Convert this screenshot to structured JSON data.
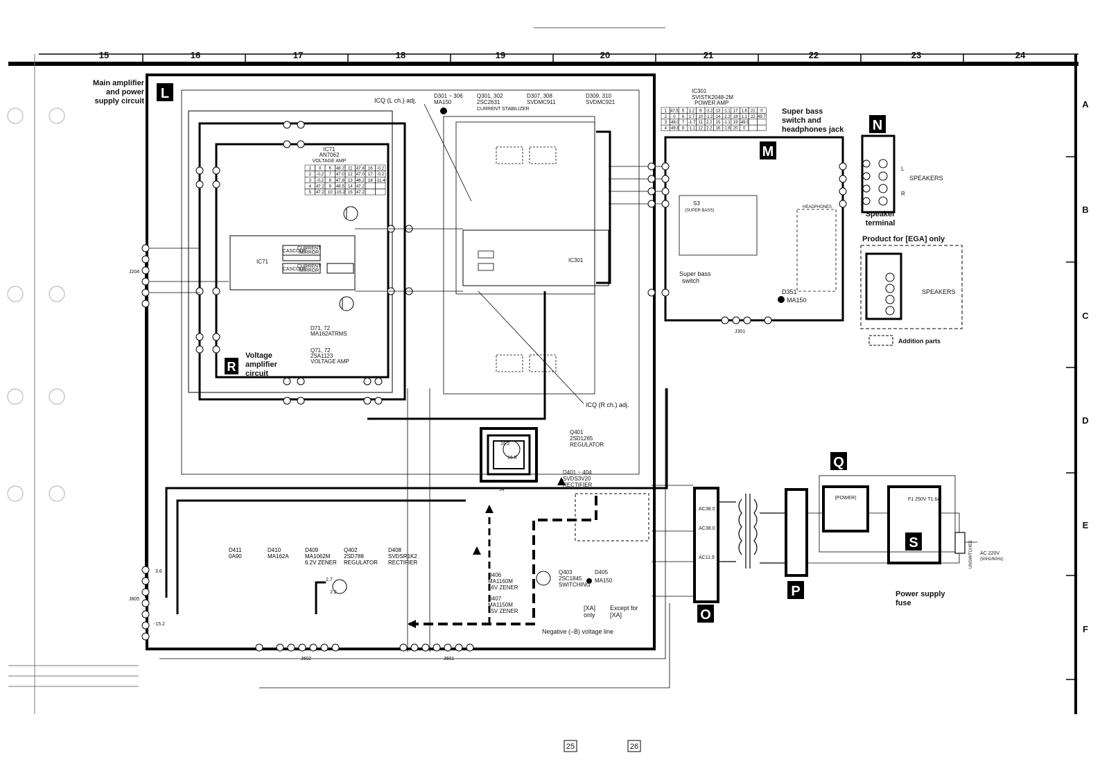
{
  "grid": {
    "columns": [
      "15",
      "16",
      "17",
      "18",
      "19",
      "20",
      "21",
      "22",
      "23",
      "24"
    ],
    "rows": [
      "A",
      "B",
      "C",
      "D",
      "E",
      "F"
    ]
  },
  "page_numbers": [
    "25",
    "26"
  ],
  "blocks": {
    "L": {
      "letter": "L",
      "title": [
        "Main amplifier",
        "and power",
        "supply circuit"
      ]
    },
    "R": {
      "letter": "R",
      "title": [
        "Voltage",
        "amplifier",
        "circuit"
      ]
    },
    "M": {
      "letter": "M",
      "title": [
        "Super bass",
        "switch and",
        "headphones jack"
      ]
    },
    "N": {
      "letter": "N",
      "title": [
        "Speaker",
        "terminal"
      ]
    },
    "O": {
      "letter": "O"
    },
    "P": {
      "letter": "P"
    },
    "Q": {
      "letter": "Q"
    },
    "S": {
      "letter": "S",
      "title": [
        "Power supply",
        "fuse"
      ]
    }
  },
  "ic71": {
    "ref": "IC71",
    "part": "AN7062",
    "func": "VOLTAGE AMP",
    "table": [
      [
        "1",
        "0",
        "6",
        "48.2",
        "11",
        "47.8",
        "16",
        "-0.2"
      ],
      [
        "2",
        "-0.2",
        "7",
        "47.0",
        "12",
        "47.0",
        "17",
        "-0.2"
      ],
      [
        "3",
        "-0.2",
        "8",
        "47.8",
        "13",
        "48.2",
        "18",
        "-11.4"
      ],
      [
        "4",
        "47.2",
        "9",
        "48.5",
        "14",
        "47.2",
        "",
        ""
      ],
      [
        "5",
        "47.2",
        "10",
        "-15.2",
        "15",
        "47.2",
        "",
        ""
      ]
    ]
  },
  "ic301": {
    "ref": "IC301",
    "part": "SVISTK2048-2M",
    "func": "POWER AMP",
    "table": [
      [
        "1",
        "47.5",
        "5",
        "1.2",
        "9",
        "-2.2",
        "13",
        "-1.1",
        "17",
        "1.6",
        "21",
        "0"
      ],
      [
        "2",
        "0",
        "6",
        "1.7",
        "10",
        "-1.2",
        "14",
        "-2.2",
        "18",
        "1.1",
        "22",
        "49.7"
      ],
      [
        "3",
        "-48.0",
        "7",
        "-1.7",
        "11",
        "2.2",
        "15",
        "-1.1",
        "19",
        "-49.9",
        "",
        ""
      ],
      [
        "4",
        "-49.8",
        "8",
        "-1.1",
        "12",
        "2.2",
        "16",
        "-1.6",
        "20",
        "0",
        "",
        ""
      ]
    ]
  },
  "parts_top": [
    {
      "ref": "D301 ~ 306",
      "part": "MA150"
    },
    {
      "ref": "Q301, 302",
      "part": "2SC2631",
      "func": "CURRENT STABILIZER"
    },
    {
      "ref": "D307, 308",
      "part": "SVDMC911"
    },
    {
      "ref": "D309, 310",
      "part": "SVDMC921"
    }
  ],
  "q71": {
    "ref": "Q71, 72",
    "part": "2SA1123",
    "func": "VOLTAGE AMP"
  },
  "d71": {
    "ref": "D71, 72",
    "part": "MA162ATRMS"
  },
  "q401": {
    "ref": "Q401",
    "part": "2SD1265",
    "func": "REGULATOR"
  },
  "d401": {
    "ref": "D401 ~ 404",
    "part": "SVDS3V20",
    "func": "RECTIFIER"
  },
  "bottom_parts": [
    {
      "ref": "D411",
      "part": "0A90",
      "func": ""
    },
    {
      "ref": "D410",
      "part": "MA162A",
      "func": ""
    },
    {
      "ref": "D409",
      "part": "MA1062M",
      "func": "6.2V ZENER"
    },
    {
      "ref": "Q402",
      "part": "2SD788",
      "func": "REGULATOR"
    },
    {
      "ref": "D408",
      "part": "SVDSR1K2",
      "func": "RECTIFIER"
    }
  ],
  "d406": {
    "ref": "D406",
    "part": "MA1160M",
    "func": "16V ZENER"
  },
  "d407": {
    "ref": "D407",
    "part": "MA1150M",
    "func": "15V ZENER"
  },
  "q403": {
    "ref": "Q403",
    "part": "2SC1845",
    "func": "SWITCHING"
  },
  "annotations": {
    "icq_l": "ICQ (L ch.) adj.",
    "icq_r": "ICQ (R ch.) adj.",
    "neg_line": "Negative (–B) voltage line",
    "xa_only": [
      "[XA]",
      "only"
    ],
    "except_xa": [
      "Except for",
      "[XA]"
    ],
    "d405": "D405",
    "d405_part": "MA150",
    "d351": "D351",
    "d351_part": "MA150",
    "super_bass_switch": [
      "Super bass",
      "switch"
    ],
    "s3": "S3",
    "s3_sub": "(SUPER BASS)",
    "headphones": "HEADPHONES",
    "speakers": "SPEAKERS",
    "product_ega": "Product for [EGA] only",
    "addition_parts": "Addition parts",
    "power": "(POWER)",
    "ac_in": "AC 220V",
    "ac_hz": "(50Hz/60Hz)",
    "unswitched": "UNSWITCHED",
    "fuse": "F1 250V T1.6A"
  },
  "connectors": {
    "j204": "J204",
    "j805": "J805",
    "j602": "J602",
    "j601": "J601",
    "j301": "J301",
    "j4": "J4"
  },
  "voltages": [
    "16.2",
    "16.8",
    "-15.2",
    "3.6",
    "2.7",
    "2.2",
    "AC38.0",
    "AC38.0",
    "AC11.9"
  ]
}
